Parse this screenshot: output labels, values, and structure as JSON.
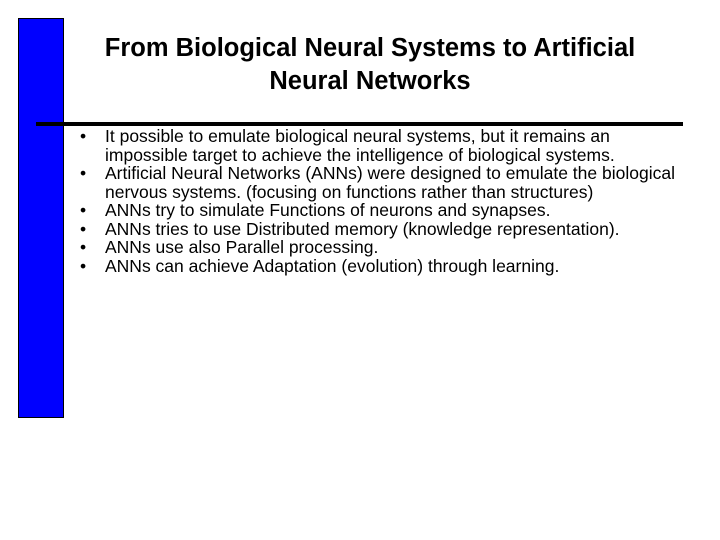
{
  "slide": {
    "title": "From Biological Neural Systems to Artificial Neural Networks",
    "bullet_glyph": "•",
    "bullets": [
      "It possible to emulate biological neural systems, but it remains an impossible target to achieve the intelligence of biological systems.",
      "Artificial Neural Networks (ANNs) were designed to emulate the biological nervous systems. (focusing on functions rather than structures)",
      "ANNs try to simulate Functions of neurons and synapses.",
      "ANNs tries to use Distributed memory (knowledge representation).",
      "ANNs use also Parallel processing.",
      "ANNs can achieve Adaptation (evolution) through learning."
    ]
  },
  "colors": {
    "side_bar": "#0000ff",
    "rule": "#000000",
    "text": "#000000",
    "background": "#ffffff"
  }
}
